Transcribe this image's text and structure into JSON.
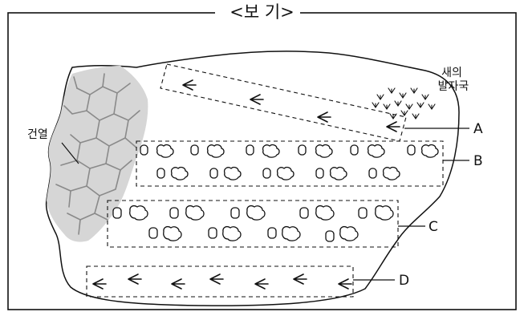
{
  "box_title": "<보  기>",
  "labels": {
    "crack": "건열",
    "bird_line1": "새의",
    "bird_line2": "발자국",
    "A": "A",
    "B": "B",
    "C": "C",
    "D": "D"
  },
  "icons": {
    "bird_track": "three-toed-footprint-icon",
    "dinosaur_track": "rounded-footprint-icon",
    "crack": "mud-crack-polygon-pattern"
  },
  "colors": {
    "line": "#111111",
    "crack_fill": "#d6d6d6",
    "crack_line": "#8a8a8a",
    "background": "#ffffff"
  }
}
